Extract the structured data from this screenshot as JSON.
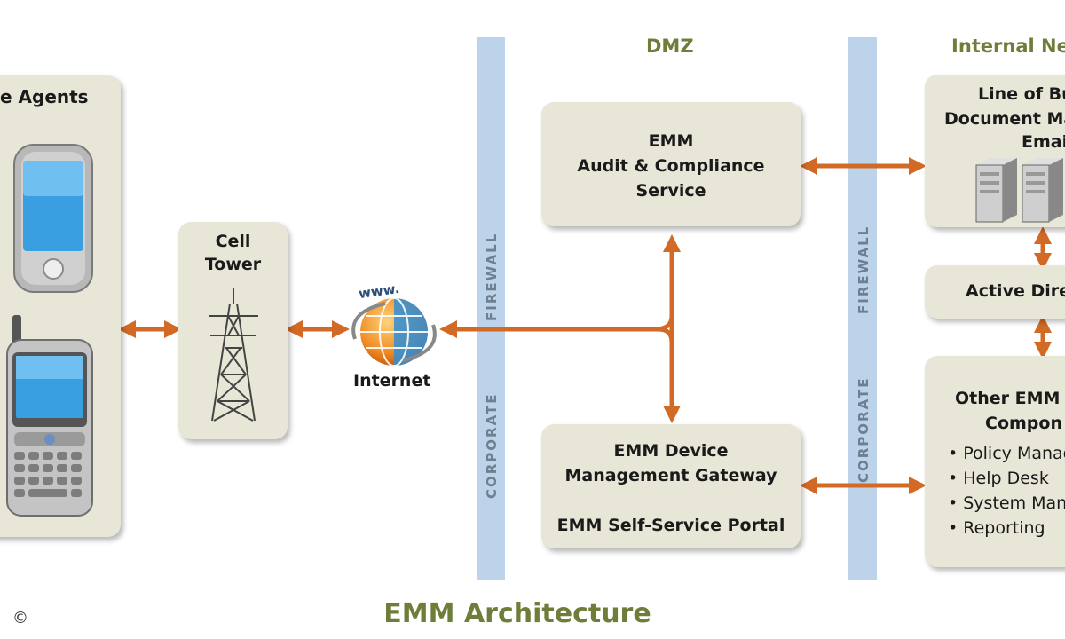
{
  "zones": {
    "dmz": "DMZ",
    "internal": "Internal Ne"
  },
  "firewall": {
    "top": "FIREWALL",
    "bottom": "CORPORATE"
  },
  "agents": {
    "title": "e Agents"
  },
  "cell_tower": {
    "line1": "Cell",
    "line2": "Tower"
  },
  "internet": {
    "label": "Internet",
    "www": "www."
  },
  "audit": {
    "line1": "EMM",
    "line2": "Audit & Compliance",
    "line3": "Service"
  },
  "gateway": {
    "line1": "EMM Device",
    "line2": "Management Gateway",
    "line3": "EMM Self-Service Portal"
  },
  "lob": {
    "line1": "Line of Bus",
    "line2": "Document Ma",
    "line3": "Email"
  },
  "ad": {
    "label": "Active Dire"
  },
  "other": {
    "line1": "Other EMM",
    "line2": "Compon",
    "items": [
      "Policy Manag",
      "Help Desk",
      "System Mana",
      "Reporting"
    ]
  },
  "title": "EMM Architecture",
  "copyright": "©",
  "colors": {
    "arrow": "#d26a25",
    "firewall": "#bcd3ea",
    "box": "#e8e6d6",
    "title": "#6e7e3a"
  }
}
